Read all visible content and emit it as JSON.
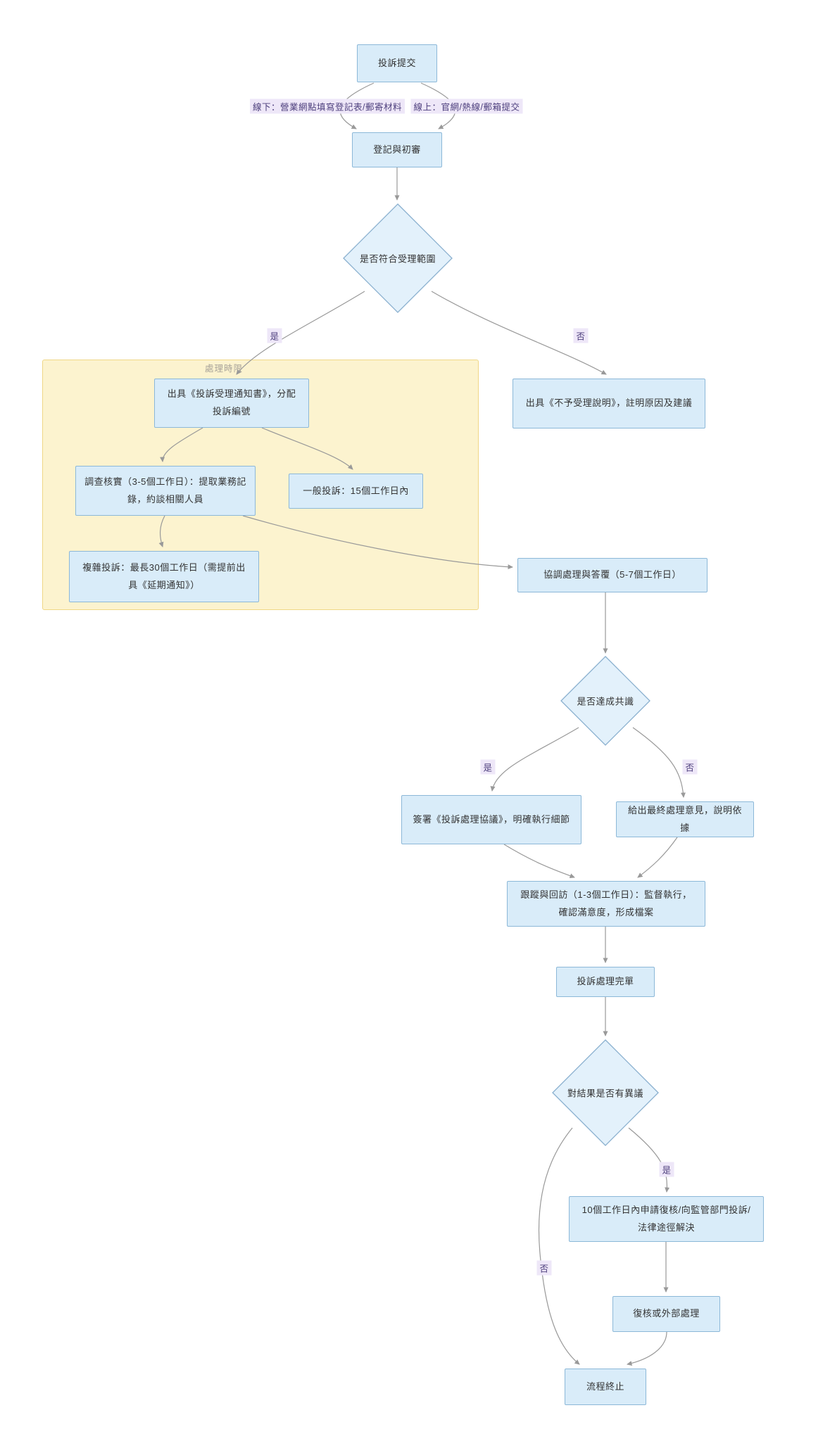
{
  "diagram": {
    "type": "flowchart",
    "language": "zh-Hant",
    "subgraph": {
      "title": "處理時限"
    },
    "nodes": {
      "submit": "投訴提交",
      "register": "登記與初審",
      "scope_decision": "是否符合受理範圍",
      "accept_notice": "出具《投訴受理通知書》，分配投訴編號",
      "investigate": "調查核實（3-5個工作日）：提取業務記錄，約談相關人員",
      "general_case": "一般投訴：15個工作日內",
      "complex_case": "複雜投訴：最長30個工作日（需提前出具《延期通知》）",
      "reject_notice": "出具《不予受理說明》，註明原因及建議",
      "coordinate": "協調處理與答覆（5-7個工作日）",
      "consensus_decision": "是否達成共識",
      "sign_agreement": "簽署《投訴處理協議》，明確執行細節",
      "final_opinion": "給出最終處理意見，說明依據",
      "follow_up": "跟蹤與回訪（1-3個工作日）：監督執行，確認滿意度，形成檔案",
      "complete": "投訴處理完單",
      "objection_decision": "對結果是否有異議",
      "review_apply": "10個工作日內申請復核/向監管部門投訴/法律途徑解決",
      "external_review": "復核或外部處理",
      "terminate": "流程終止"
    },
    "edge_labels": {
      "offline": "線下：營業網點填寫登記表/郵寄材料",
      "online": "線上：官網/熱線/郵箱提交",
      "scope_yes": "是",
      "scope_no": "否",
      "consensus_yes": "是",
      "consensus_no": "否",
      "objection_yes": "是",
      "objection_no": "否"
    },
    "colors": {
      "background": "#ffffff",
      "node_fill": "#d9ecf9",
      "node_border": "#8cb8d8",
      "decision_fill": "#e3f1fb",
      "decision_border": "#8ab0cf",
      "node_text": "#333333",
      "edge": "#999999",
      "edge_label_bg": "#eee7f8",
      "edge_label_text": "#4d3f7d",
      "subgraph_fill": "#fcf3cf",
      "subgraph_border": "#f0d786",
      "subgraph_title_text": "#a9a49a"
    }
  }
}
